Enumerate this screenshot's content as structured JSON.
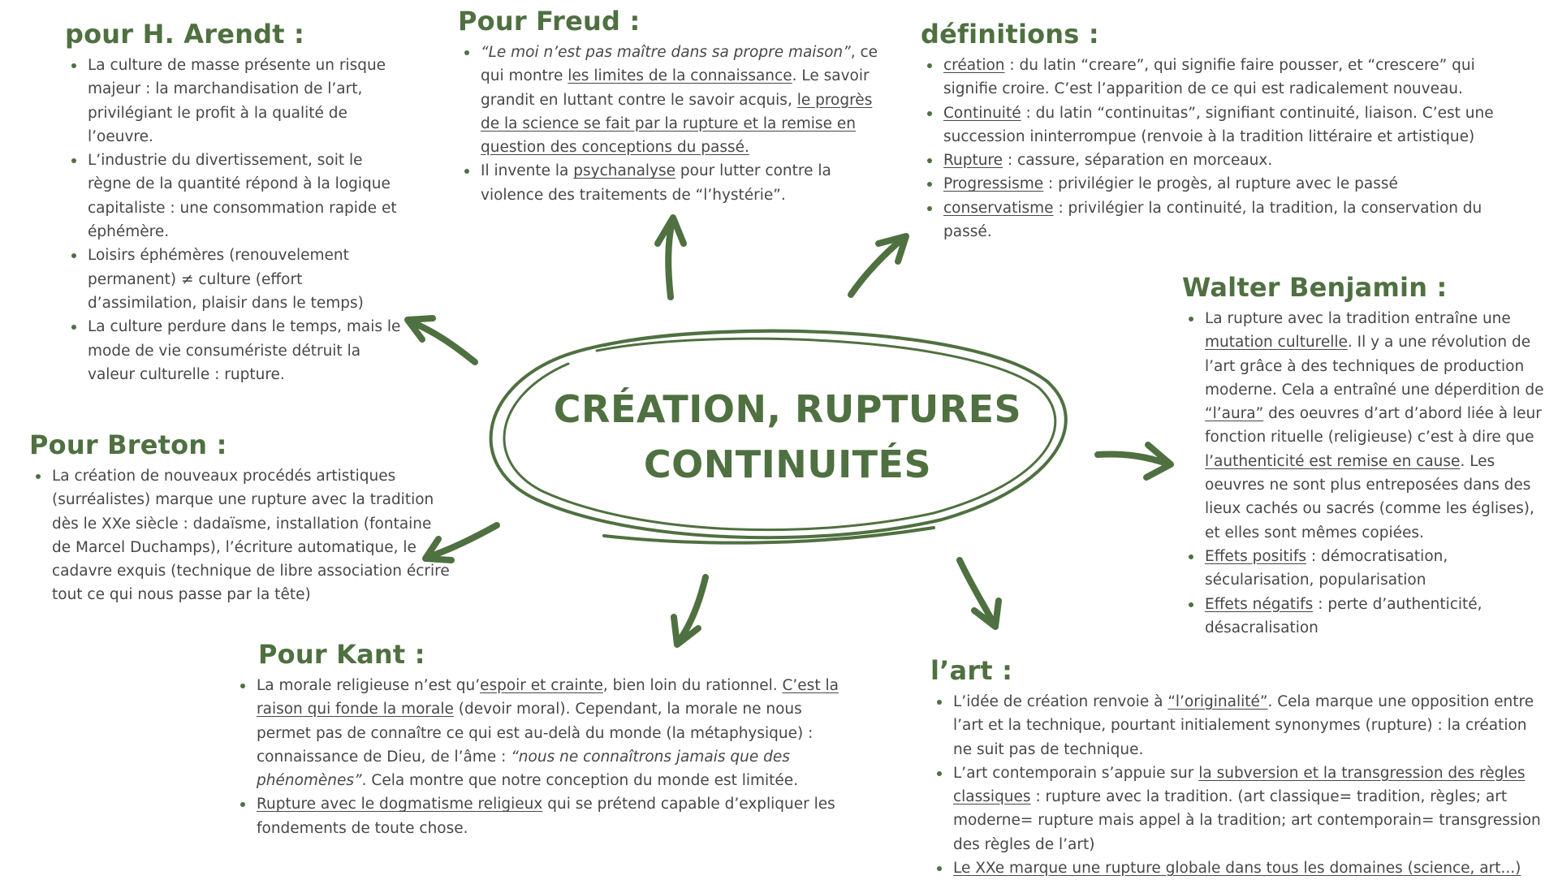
{
  "title_lines": [
    "CRÉATION, RUPTURES",
    "CONTINUITÉS"
  ],
  "colors": {
    "accent": "#4f7040",
    "text": "#474747",
    "background": "#ffffff"
  },
  "arendt": {
    "heading": "pour H. Arendt :",
    "items": [
      [
        {
          "t": "La culture de masse présente un risque majeur : la marchandisation de l’art, privilégiant le profit à la qualité de l’oeuvre."
        }
      ],
      [
        {
          "t": "L’industrie du divertissement, soit le règne de la quantité répond à la logique capitaliste : une consommation rapide et éphémère."
        }
      ],
      [
        {
          "t": "Loisirs éphémères (renouvelement permanent) ≠ culture (effort d’assimilation, plaisir dans le temps)"
        }
      ],
      [
        {
          "t": "La culture perdure dans le temps, mais le mode de vie consumériste détruit la valeur culturelle : rupture."
        }
      ]
    ]
  },
  "freud": {
    "heading": "Pour Freud :",
    "items": [
      [
        {
          "t": "“Le moi n’est pas maître dans sa propre maison”",
          "i": true
        },
        {
          "t": ", ce qui montre "
        },
        {
          "t": "les limites de la connaissance",
          "u": true
        },
        {
          "t": ". Le savoir grandit en luttant contre le savoir acquis, "
        },
        {
          "t": "le progrès de la science se fait par la rupture et la remise en question des conceptions du passé.",
          "u": true
        }
      ],
      [
        {
          "t": "Il invente la "
        },
        {
          "t": "psychanalyse",
          "u": true
        },
        {
          "t": " pour lutter contre la violence des traitements de “l’hystérie”."
        }
      ]
    ]
  },
  "definitions": {
    "heading": "définitions :",
    "items": [
      [
        {
          "t": "création",
          "u": true
        },
        {
          "t": " : du latin “creare”, qui signifie faire pousser, et “crescere” qui signifie croire. C’est l’apparition de ce qui est radicalement nouveau."
        }
      ],
      [
        {
          "t": "Continuité",
          "u": true
        },
        {
          "t": " : du latin “continuitas”, signifiant continuité, liaison. C’est une succession ininterrompue (renvoie à la tradition littéraire et artistique)"
        }
      ],
      [
        {
          "t": "Rupture",
          "u": true
        },
        {
          "t": " : cassure, séparation en morceaux."
        }
      ],
      [
        {
          "t": "Progressisme",
          "u": true
        },
        {
          "t": " : privilégier le progès, al rupture avec le passé"
        }
      ],
      [
        {
          "t": "conservatisme",
          "u": true
        },
        {
          "t": " : privilégier la continuité, la tradition, la conservation du passé."
        }
      ]
    ]
  },
  "benjamin": {
    "heading": "Walter Benjamin :",
    "items": [
      [
        {
          "t": "La rupture avec la tradition entraîne une "
        },
        {
          "t": "mutation culturelle",
          "u": true
        },
        {
          "t": ". Il y a une révolution de l’art grâce à des techniques de production moderne. Cela a entraîné une déperdition de "
        },
        {
          "t": "“l’aura”",
          "u": true
        },
        {
          "t": " des oeuvres d’art d’abord liée à leur fonction rituelle (religieuse) c’est à dire que "
        },
        {
          "t": "l’authenticité est remise en cause",
          "u": true
        },
        {
          "t": ". Les oeuvres ne sont plus entreposées dans des lieux cachés ou sacrés (comme les églises), et elles sont mêmes copiées."
        }
      ],
      [
        {
          "t": "Effets positifs",
          "u": true
        },
        {
          "t": " : démocratisation, sécularisation, popularisation"
        }
      ],
      [
        {
          "t": "Effets négatifs",
          "u": true
        },
        {
          "t": " : perte d’authenticité, désacralisation"
        }
      ]
    ]
  },
  "breton": {
    "heading": "Pour Breton :",
    "items": [
      [
        {
          "t": "La création de nouveaux procédés artistiques (surréalistes) marque une rupture avec la tradition dès le XXe siècle : dadaïsme, installation (fontaine de Marcel Duchamps), l’écriture automatique, le cadavre exquis (technique de libre association écrire tout ce qui nous passe par la tête)"
        }
      ]
    ]
  },
  "kant": {
    "heading": "Pour Kant :",
    "items": [
      [
        {
          "t": "La morale religieuse n’est qu’"
        },
        {
          "t": "espoir et crainte",
          "u": true
        },
        {
          "t": ", bien loin du rationnel. "
        },
        {
          "t": "C’est la raison qui fonde la morale",
          "u": true
        },
        {
          "t": " (devoir moral). Cependant, la morale ne nous permet pas de connaître ce qui est au-delà du monde (la métaphysique) : connaissance de Dieu, de l’âme : "
        },
        {
          "t": "“nous ne connaîtrons jamais que des phénomènes”",
          "i": true
        },
        {
          "t": ". Cela montre que notre conception du monde est limitée."
        }
      ],
      [
        {
          "t": "Rupture avec le dogmatisme religieux",
          "u": true
        },
        {
          "t": " qui se prétend capable d’expliquer les fondements de toute chose."
        }
      ]
    ]
  },
  "art": {
    "heading": "l’art :",
    "items": [
      [
        {
          "t": "L’idée de création renvoie à "
        },
        {
          "t": "“l’originalité”",
          "u": true
        },
        {
          "t": ". Cela marque une opposition entre l’art et la technique, pourtant initialement synonymes (rupture) : la création ne suit pas de technique."
        }
      ],
      [
        {
          "t": "L’art contemporain s’appuie sur "
        },
        {
          "t": "la subversion et la transgression des règles classiques",
          "u": true
        },
        {
          "t": " : rupture avec la tradition. (art classique= tradition, règles; art moderne= rupture mais appel à la tradition; art contemporain= transgression des règles de l’art)"
        }
      ],
      [
        {
          "t": "Le XXe marque une rupture globale dans tous les domaines (science, art...)",
          "u": true
        }
      ]
    ]
  }
}
